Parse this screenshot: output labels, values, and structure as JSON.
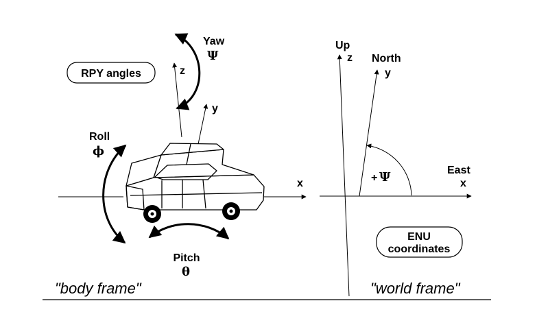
{
  "body_frame": {
    "badge": "RPY angles",
    "yaw_label": "Yaw",
    "yaw_symbol": "Ψ",
    "roll_label": "Roll",
    "roll_symbol": "ϕ",
    "pitch_label": "Pitch",
    "pitch_symbol": "θ",
    "axis_x": "x",
    "axis_y": "y",
    "axis_z": "z",
    "caption": "\"body frame\""
  },
  "world_frame": {
    "up_label": "Up",
    "north_label": "North",
    "east_label": "East",
    "axis_x": "x",
    "axis_y": "y",
    "axis_z": "z",
    "angle_label": "+",
    "angle_symbol": "Ψ",
    "badge_line1": "ENU",
    "badge_line2": "coordinates",
    "caption": "\"world frame\""
  },
  "colors": {
    "ink": "#000000",
    "background": "#ffffff"
  }
}
